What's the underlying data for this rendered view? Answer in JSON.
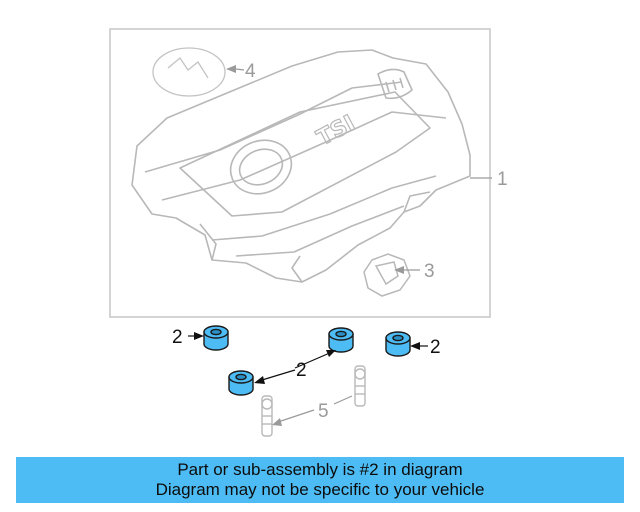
{
  "callouts": {
    "engine_cover": "1",
    "insulator": "2",
    "bracket": "3",
    "emblem": "4",
    "ball_stud": "5"
  },
  "cover_lettering": "TSI",
  "banner": {
    "line1": "Part or sub-assembly is #2 in diagram",
    "line2": "Diagram may not be specific to your vehicle"
  },
  "colors": {
    "highlight_part": "#4dbcf4",
    "banner_background": "#4dbcf4",
    "line_art_grey": "#b4b4b4",
    "callout_dark": "#111111"
  },
  "highlighted_part_number": "2"
}
